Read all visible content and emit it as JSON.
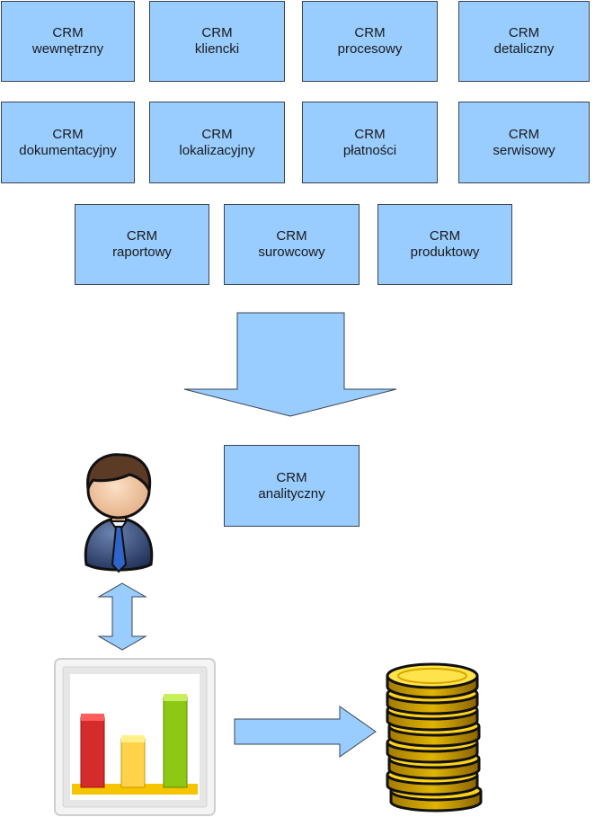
{
  "colors": {
    "box_fill": "#99ccff",
    "box_border": "#3b4452",
    "arrow_fill": "#99ccff"
  },
  "crm_types": [
    {
      "title": "CRM",
      "subtitle": "wewnętrzny"
    },
    {
      "title": "CRM",
      "subtitle": "kliencki"
    },
    {
      "title": "CRM",
      "subtitle": "procesowy"
    },
    {
      "title": "CRM",
      "subtitle": "detaliczny"
    },
    {
      "title": "CRM",
      "subtitle": "dokumentacyjny"
    },
    {
      "title": "CRM",
      "subtitle": "lokalizacyjny"
    },
    {
      "title": "CRM",
      "subtitle": "płatności"
    },
    {
      "title": "CRM",
      "subtitle": "serwisowy"
    },
    {
      "title": "CRM",
      "subtitle": "raportowy"
    },
    {
      "title": "CRM",
      "subtitle": "surowcowy"
    },
    {
      "title": "CRM",
      "subtitle": "produktowy"
    }
  ],
  "analytic": {
    "title": "CRM",
    "subtitle": "analityczny"
  },
  "icons": [
    "businessman-icon",
    "bar-chart-icon",
    "gold-coins-icon"
  ]
}
